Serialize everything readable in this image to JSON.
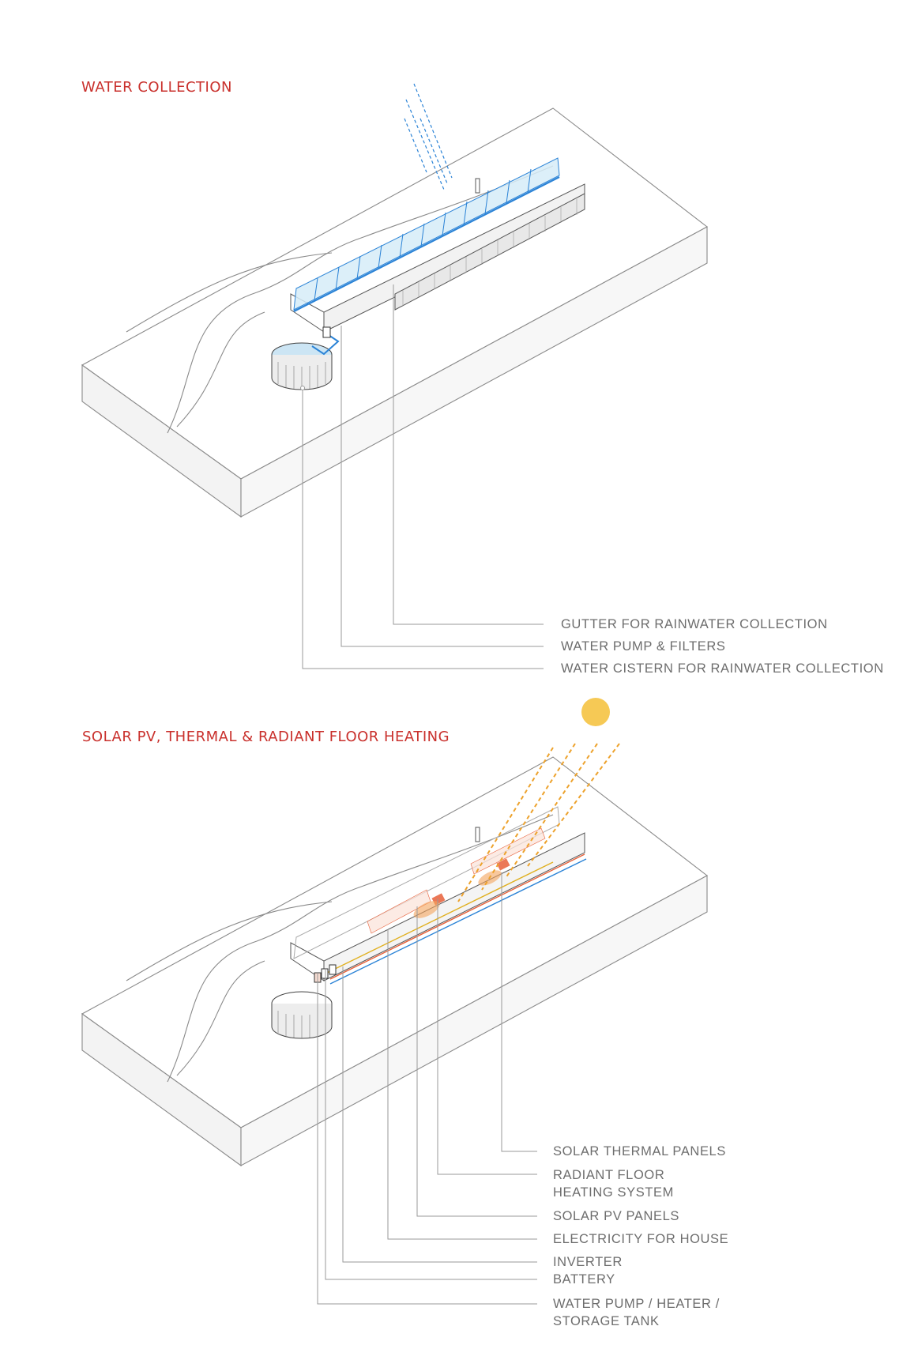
{
  "colors": {
    "title": "#c9302c",
    "leader_line": "#9a9a9a",
    "label_text": "#6d6d6d",
    "terrain_line": "#8a8a8a",
    "rain": "#2b83d6",
    "sun": "#f6c955",
    "sun_ray": "#eda22c",
    "heat": "#e8603a"
  },
  "water_section": {
    "title": "WATER COLLECTION",
    "callouts": [
      {
        "text": "GUTTER FOR RAINWATER COLLECTION"
      },
      {
        "text": "WATER PUMP & FILTERS"
      },
      {
        "text": "WATER CISTERN FOR RAINWATER COLLECTION"
      }
    ]
  },
  "solar_section": {
    "title": "SOLAR PV, THERMAL & RADIANT FLOOR HEATING",
    "callouts": [
      {
        "text": "SOLAR THERMAL PANELS"
      },
      {
        "line1": "RADIANT FLOOR",
        "line2": "HEATING SYSTEM"
      },
      {
        "text": "SOLAR PV PANELS"
      },
      {
        "text": "ELECTRICITY FOR HOUSE"
      },
      {
        "line1": "INVERTER",
        "line2": "BATTERY"
      },
      {
        "line1": "WATER PUMP / HEATER /",
        "line2": "STORAGE TANK"
      }
    ]
  }
}
